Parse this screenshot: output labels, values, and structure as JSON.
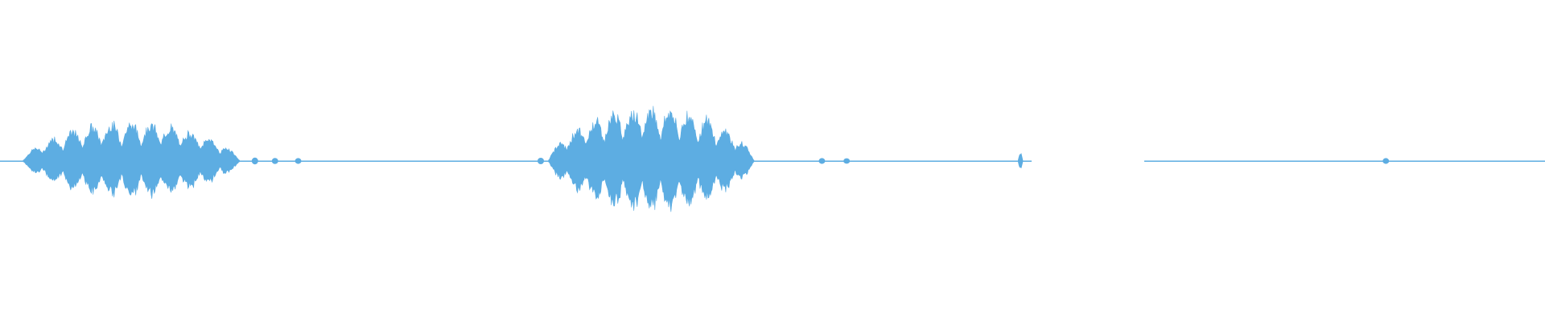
{
  "waveform": {
    "color": "#5DADE2",
    "background": "#ffffff",
    "segments": [
      {
        "name": "burst-1",
        "start": 0.015,
        "end": 0.155,
        "peak": 0.72
      },
      {
        "name": "burst-2",
        "start": 0.355,
        "end": 0.488,
        "peak": 1.0
      },
      {
        "name": "click-1",
        "start": 0.659,
        "end": 0.662,
        "peak": 0.16
      }
    ],
    "silent_gap": {
      "start": 0.668,
      "end": 0.741
    }
  }
}
